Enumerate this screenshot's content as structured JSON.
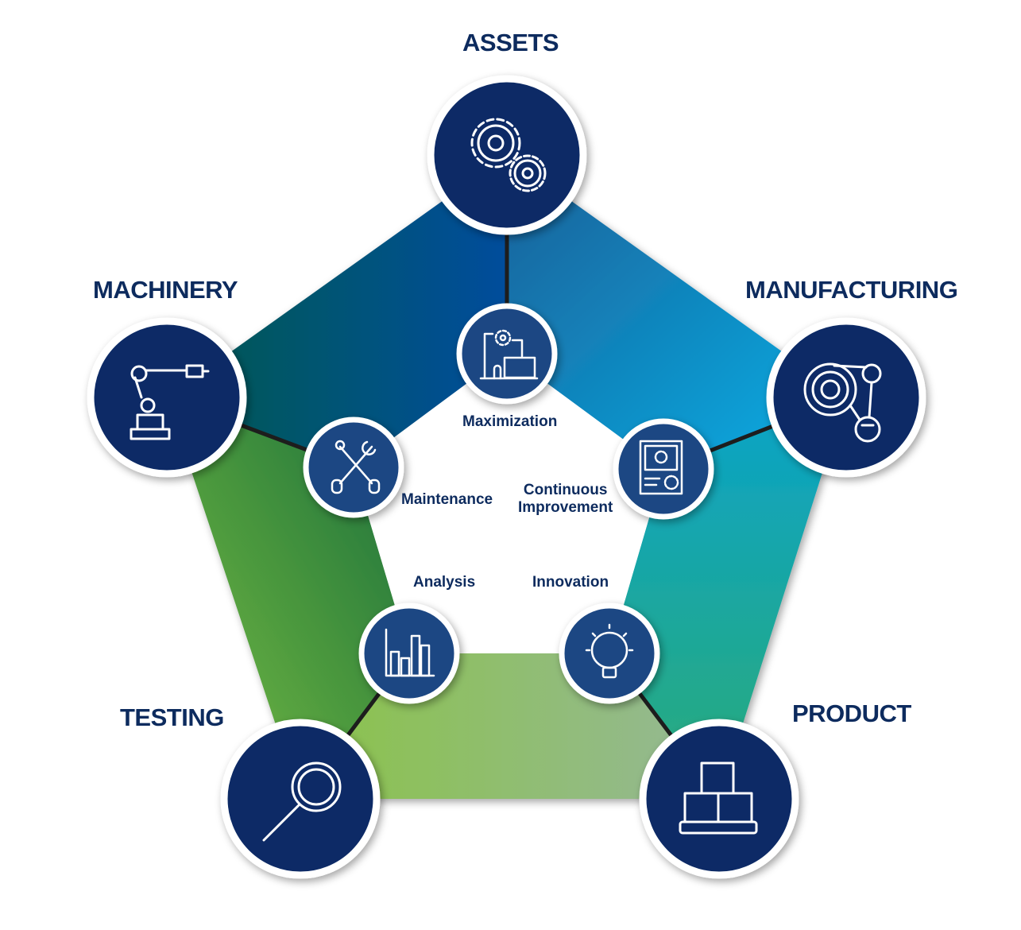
{
  "title": "Pentagon diagram",
  "outer_nodes": [
    {
      "label": "ASSETS",
      "icon": "gears-icon"
    },
    {
      "label": "MANUFACTURING",
      "icon": "conveyor-icon"
    },
    {
      "label": "PRODUCT",
      "icon": "boxes-icon"
    },
    {
      "label": "TESTING",
      "icon": "magnifier-icon"
    },
    {
      "label": "MACHINERY",
      "icon": "robot-arm-icon"
    }
  ],
  "inner_nodes": [
    {
      "label": "Maximization",
      "icon": "factory-icon"
    },
    {
      "label_line1": "Continuous",
      "label_line2": "Improvement",
      "icon": "document-gear-icon"
    },
    {
      "label": "Innovation",
      "icon": "lightbulb-icon"
    },
    {
      "label": "Analysis",
      "icon": "bar-chart-icon"
    },
    {
      "label": "Maintenance",
      "icon": "tools-icon"
    }
  ],
  "colors": {
    "outer_circle": "#0b2c66",
    "inner_circle": "#1a4683",
    "text": "#0d2b5e",
    "seg_top_left": "#02615a",
    "seg_top_right": "#0a93cf",
    "seg_right": "#1aa39a",
    "seg_bottom": "#8dbf66",
    "seg_left": "#3c9a3a"
  }
}
